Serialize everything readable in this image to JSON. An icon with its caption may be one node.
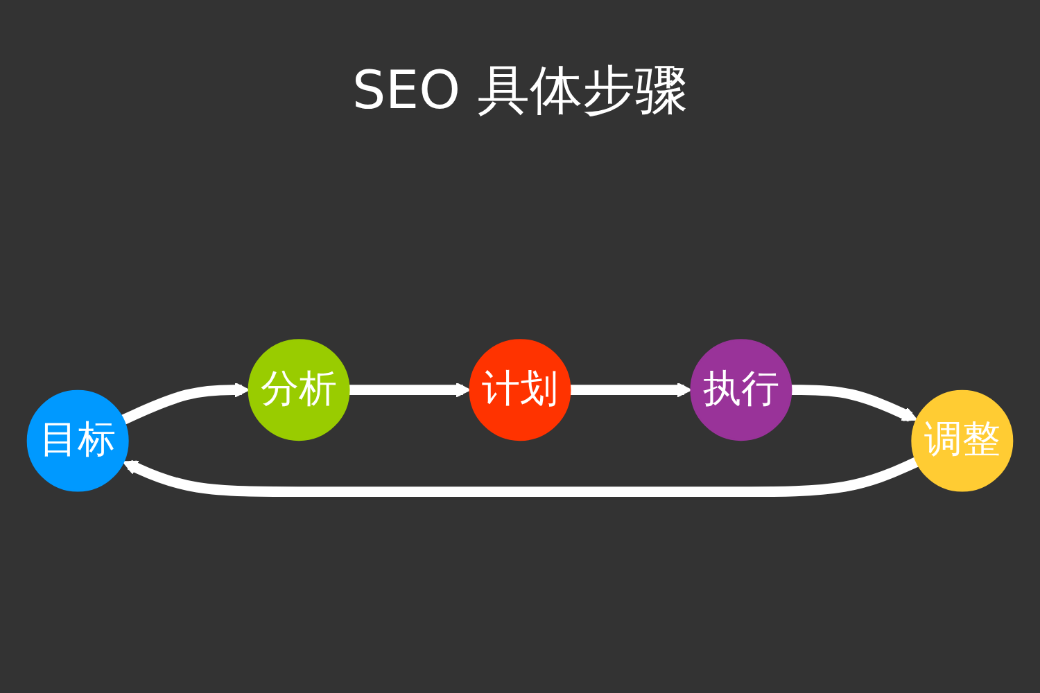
{
  "diagram": {
    "title": "SEO 具体步骤",
    "nodes": [
      {
        "text": [
          "目标"
        ]
      },
      {
        "text": [
          "分析"
        ]
      },
      {
        "text": [
          "计划"
        ]
      },
      {
        "text": [
          "执行"
        ]
      },
      {
        "text": [
          "调整"
        ]
      }
    ],
    "edges": [
      {
        "from": 0,
        "to": 1,
        "arrow": "to"
      },
      {
        "from": 1,
        "to": 2,
        "arrow": "to"
      },
      {
        "from": 2,
        "to": 3,
        "arrow": "to"
      },
      {
        "from": 3,
        "to": 4,
        "arrow": "to"
      },
      {
        "from": 4,
        "to": 0,
        "arrow": "to"
      }
    ]
  }
}
